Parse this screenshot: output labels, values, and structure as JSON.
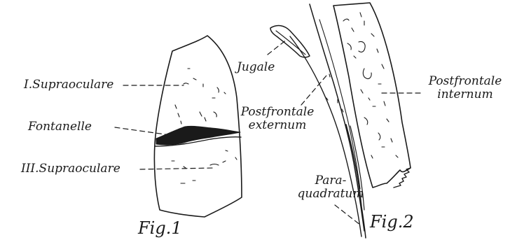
{
  "labels": {
    "supraoculare_i": "I.Supraoculare",
    "fontanelle": "Fontanelle",
    "supraoculare_iii": "III.Supraoculare",
    "fig1": "Fig.1",
    "jugale": "Jugale",
    "postfrontale_externum_1": "Postfrontale",
    "postfrontale_externum_2": "externum",
    "postfrontale_internum_1": "Postfrontale",
    "postfrontale_internum_2": "internum",
    "paraquadratum_1": "Para-",
    "paraquadratum_2": "quadratum",
    "fig2": "Fig.2"
  },
  "colors": {
    "ink": "#1a1a1a",
    "paper": "#ffffff"
  }
}
